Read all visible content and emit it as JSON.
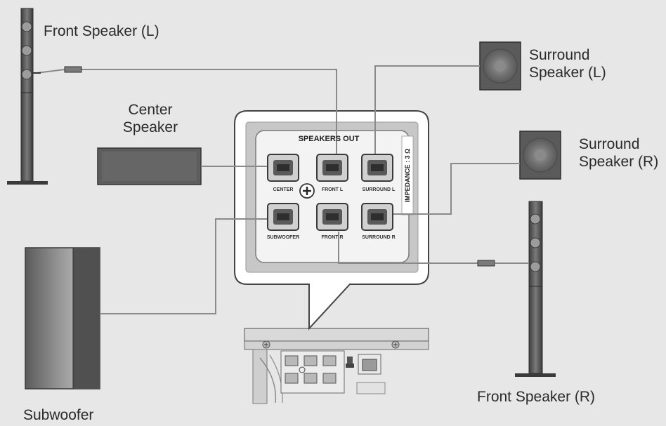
{
  "labels": {
    "front_left": "Front Speaker (L)",
    "center_line1": "Center",
    "center_line2": "Speaker",
    "surround_left_line1": "Surround",
    "surround_left_line2": "Speaker (L)",
    "surround_right_line1": "Surround",
    "surround_right_line2": "Speaker (R)",
    "front_right": "Front Speaker (R)",
    "subwoofer": "Subwoofer"
  },
  "panel": {
    "title": "SPEAKERS OUT",
    "impedance": "IMPEDANCE : 3 Ω",
    "terminals": {
      "center": "CENTER",
      "front_l": "FRONT L",
      "surround_l": "SURROUND L",
      "subwoofer": "SUBWOOFER",
      "front_r": "FRONT R",
      "surround_r": "SURROUND R"
    }
  },
  "colors": {
    "background": "#e7e7e7",
    "speaker_dark": "#5a5a5a",
    "cable": "#8a8a8a",
    "panel_frame": "#ffffff"
  }
}
